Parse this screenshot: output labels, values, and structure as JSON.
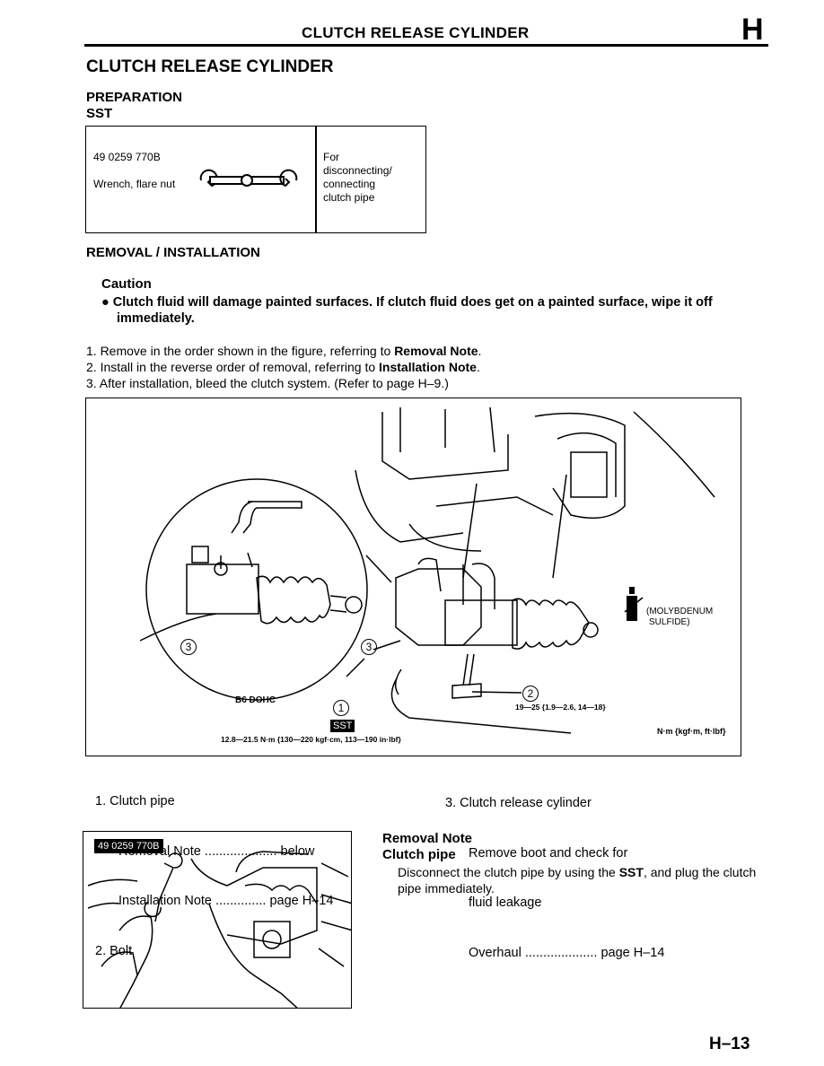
{
  "header": {
    "title": "CLUTCH RELEASE CYLINDER",
    "section_letter": "H"
  },
  "main_title": "CLUTCH RELEASE CYLINDER",
  "preparation": {
    "heading": "PREPARATION",
    "subheading": "SST"
  },
  "sst_table": {
    "part_number": "49 0259 770B",
    "tool_name": "Wrench, flare nut",
    "purpose": [
      "For",
      "disconnecting/",
      "connecting",
      "clutch pipe"
    ]
  },
  "removal_installation": {
    "heading": "REMOVAL / INSTALLATION"
  },
  "caution": {
    "label": "Caution",
    "bullet": "Clutch fluid will damage painted surfaces. If clutch fluid does get on a painted surface, wipe it off immediately."
  },
  "steps": [
    {
      "pre": "1. Remove in the order shown in the figure, referring to ",
      "bold": "Removal Note",
      "post": "."
    },
    {
      "pre": "2. Install in the reverse order of removal, referring to ",
      "bold": "Installation Note",
      "post": "."
    },
    {
      "pre": "3. After installation, bleed the clutch system. (Refer to page H–9.)",
      "bold": "",
      "post": ""
    }
  ],
  "figure": {
    "engine_label": "B6 DOHC",
    "sst_tag": "SST",
    "lubricant_line1": "(MOLYBDENUM",
    "lubricant_line2": "SULFIDE)",
    "torque_pipe": "12.8—21.5 N·m {130—220 kgf·cm, 113—190 in·lbf}",
    "torque_bolt": "19—25 {1.9—2.6, 14—18}",
    "units": "N·m {kgf·m, ft·lbf}",
    "callout_1": "1",
    "callout_2": "2",
    "callout_3": "3"
  },
  "legend": {
    "item1": "1. Clutch pipe",
    "item1_note1_label": "Removal Note",
    "item1_note1_dots": " .................... ",
    "item1_note1_ref": "below",
    "item1_note2_label": "Installation Note",
    "item1_note2_dots": " .............. ",
    "item1_note2_ref": "page H–14",
    "item2": "2. Bolt",
    "item3": "3. Clutch release cylinder",
    "item3_note1": "Remove boot and check for",
    "item3_note2": "fluid leakage",
    "item3_note3_label": "Overhaul",
    "item3_note3_dots": " .................... ",
    "item3_note3_ref": "page H–14"
  },
  "inset_tag": "49 0259 770B",
  "removal_note": {
    "heading": "Removal Note",
    "subheading": "Clutch pipe",
    "text_pre": "Disconnect the clutch pipe by using the ",
    "text_bold": "SST",
    "text_post": ", and plug the clutch pipe immediately."
  },
  "page_number": "H–13"
}
